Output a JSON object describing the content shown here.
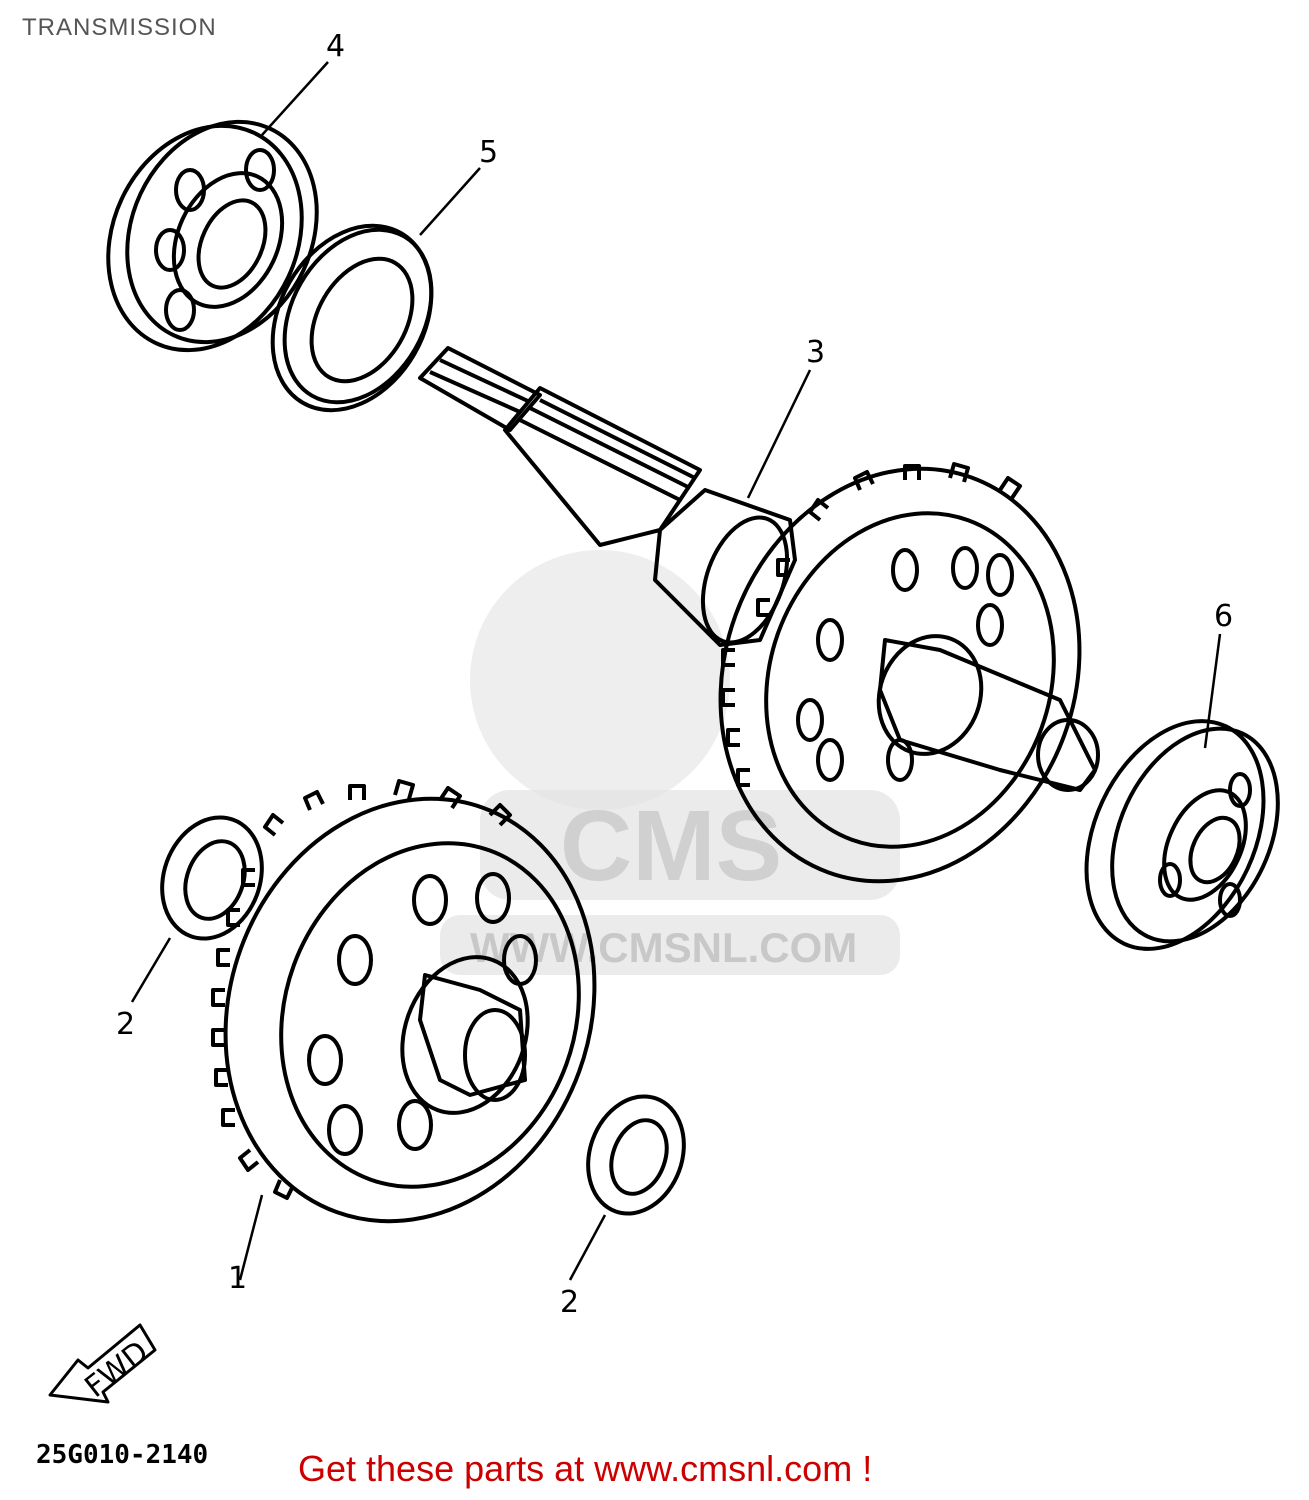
{
  "page": {
    "title": "TRANSMISSION"
  },
  "callouts": {
    "c1": "1",
    "c2a": "2",
    "c2b": "2",
    "c3": "3",
    "c4": "4",
    "c5": "5",
    "c6": "6"
  },
  "fwd_label": "FWD",
  "watermark": {
    "brand": "CMS",
    "url": "WWW.CMSNL.COM"
  },
  "drawing_code": "25G010-2140",
  "footer": {
    "text": "Get these parts at www.cmsnl.com !"
  },
  "colors": {
    "line": "#000000",
    "footer": "#cc0000",
    "watermark": "#e3e3e3",
    "title": "#555555"
  }
}
